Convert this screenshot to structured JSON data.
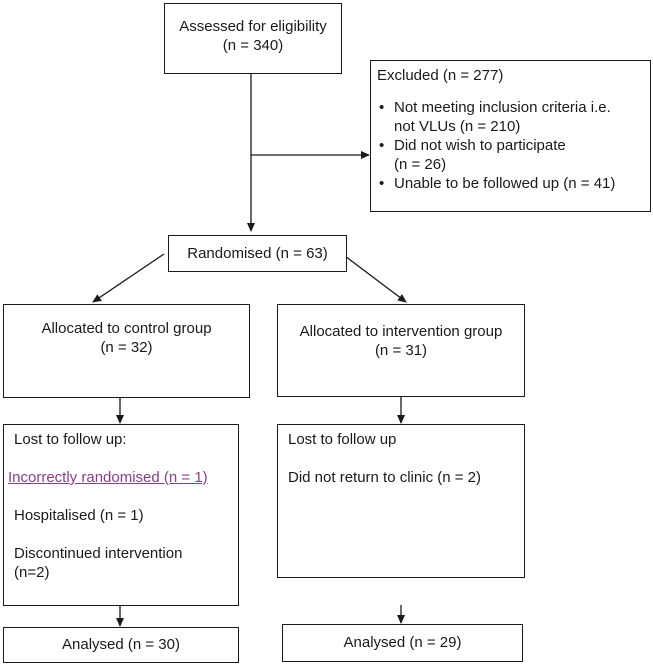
{
  "assessed": {
    "title": "Assessed for eligibility",
    "count": "(n = 340)"
  },
  "excluded": {
    "title": "Excluded (n = 277)",
    "items": [
      {
        "l1": "Not meeting inclusion criteria i.e.",
        "l2": "not VLUs (n = 210)"
      },
      {
        "l1": "Did not wish to participate",
        "l2": "(n = 26)"
      },
      {
        "l1": "Unable to be followed up (n = 41)"
      }
    ]
  },
  "randomised": {
    "label": "Randomised (n = 63)"
  },
  "control": {
    "allocated_title": "Allocated to control group",
    "allocated_count": "(n = 32)",
    "lost_title": "Lost to follow up:",
    "lost_incorrect": "Incorrectly randomised (n = 1)",
    "lost_hospitalised": "Hospitalised (n = 1)",
    "lost_discontinued_l1": "Discontinued intervention",
    "lost_discontinued_l2": "(n=2)",
    "analysed": "Analysed (n = 30)"
  },
  "intervention": {
    "allocated_title": "Allocated to intervention group",
    "allocated_count": "(n = 31)",
    "lost_title": "Lost to follow up",
    "lost_clinic": "Did not return to clinic (n = 2)",
    "analysed": "Analysed (n = 29)"
  },
  "colors": {
    "line": "#1a1a1a",
    "link": "#8a3d8f"
  }
}
